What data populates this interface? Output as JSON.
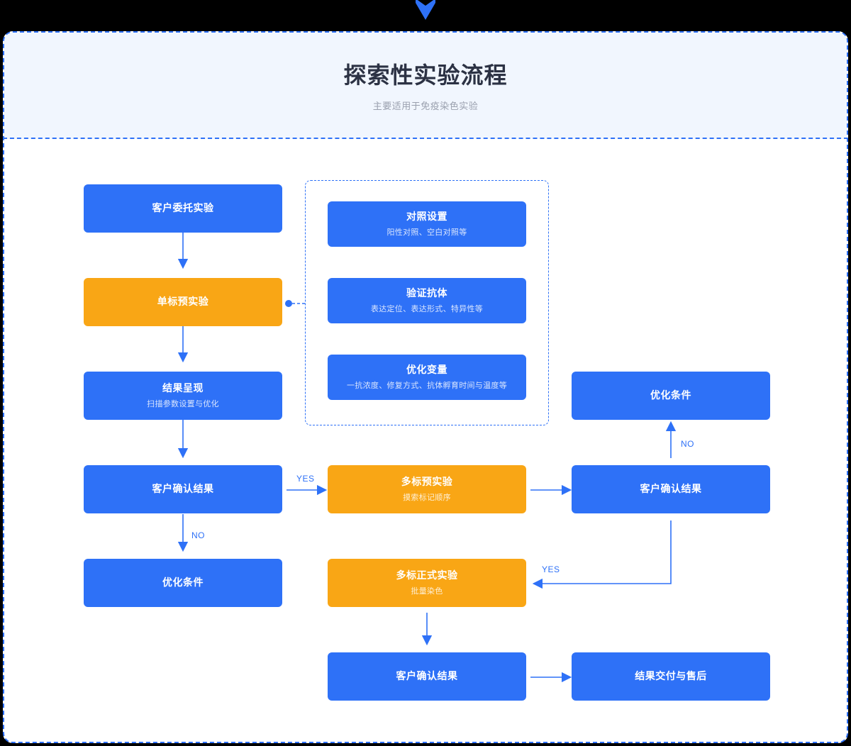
{
  "header": {
    "title": "探索性实验流程",
    "subtitle": "主要适用于免疫染色实验"
  },
  "colors": {
    "blue": "#2E71F7",
    "orange": "#F9A615",
    "header_bg": "#F1F6FE",
    "title_text": "#2C3244",
    "subtitle_text": "#9AA0AE",
    "page_bg": "#000000",
    "panel_bg": "#FFFFFF"
  },
  "nodes": [
    {
      "id": "n1",
      "title": "客户委托实验",
      "sub": "",
      "color": "blue"
    },
    {
      "id": "n2",
      "title": "单标预实验",
      "sub": "",
      "color": "orange"
    },
    {
      "id": "n3",
      "title": "结果呈现",
      "sub": "扫描参数设置与优化",
      "color": "blue"
    },
    {
      "id": "n4",
      "title": "客户确认结果",
      "sub": "",
      "color": "blue"
    },
    {
      "id": "n5",
      "title": "优化条件",
      "sub": "",
      "color": "blue"
    },
    {
      "id": "d1",
      "title": "对照设置",
      "sub": "阳性对照、空白对照等",
      "color": "blue"
    },
    {
      "id": "d2",
      "title": "验证抗体",
      "sub": "表达定位、表达形式、特异性等",
      "color": "blue"
    },
    {
      "id": "d3",
      "title": "优化变量",
      "sub": "一抗浓度、修复方式、抗体孵育时间与温度等",
      "color": "blue"
    },
    {
      "id": "n6",
      "title": "多标预实验",
      "sub": "摸索标记顺序",
      "color": "orange"
    },
    {
      "id": "n7",
      "title": "多标正式实验",
      "sub": "批量染色",
      "color": "orange"
    },
    {
      "id": "n8",
      "title": "客户确认结果",
      "sub": "",
      "color": "blue"
    },
    {
      "id": "n9",
      "title": "优化条件",
      "sub": "",
      "color": "blue"
    },
    {
      "id": "n10",
      "title": "客户确认结果",
      "sub": "",
      "color": "blue"
    },
    {
      "id": "n11",
      "title": "结果交付与售后",
      "sub": "",
      "color": "blue"
    }
  ],
  "edge_labels": {
    "yes_left": "YES",
    "no_left": "NO",
    "no_right": "NO",
    "yes_right": "YES"
  },
  "icons": {
    "top_chevron": "chevron-down-icon"
  }
}
